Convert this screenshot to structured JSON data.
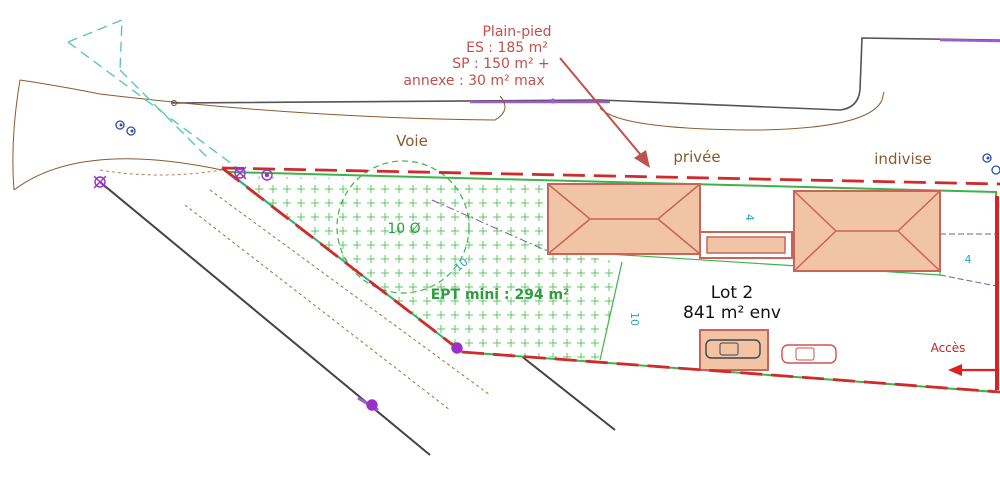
{
  "annotation": {
    "line1": "Plain-pied",
    "line2": "ES : 185 m²",
    "line3": "SP : 150 m² +",
    "line4": "annexe : 30 m² max"
  },
  "road": {
    "voie": "Voie",
    "privee": "privée",
    "indivise": "indivise"
  },
  "lot": {
    "name": "Lot 2",
    "area": "841 m² env"
  },
  "green_space": {
    "tree_label": "10 Ø",
    "ept_label": "EPT mini : 294 m²"
  },
  "setbacks": {
    "diag": "10",
    "vert": "10",
    "between_houses": "4",
    "right": "4"
  },
  "access": {
    "label": "Accès"
  },
  "colors": {
    "boundary_red": "#d12a2a",
    "house_fill": "#f2c4a6",
    "house_stroke": "#c8645a",
    "green": "#3cb44b",
    "road_brown": "#8a5a2b",
    "cyan": "#58c7c7",
    "purple": "#9b30c8"
  }
}
